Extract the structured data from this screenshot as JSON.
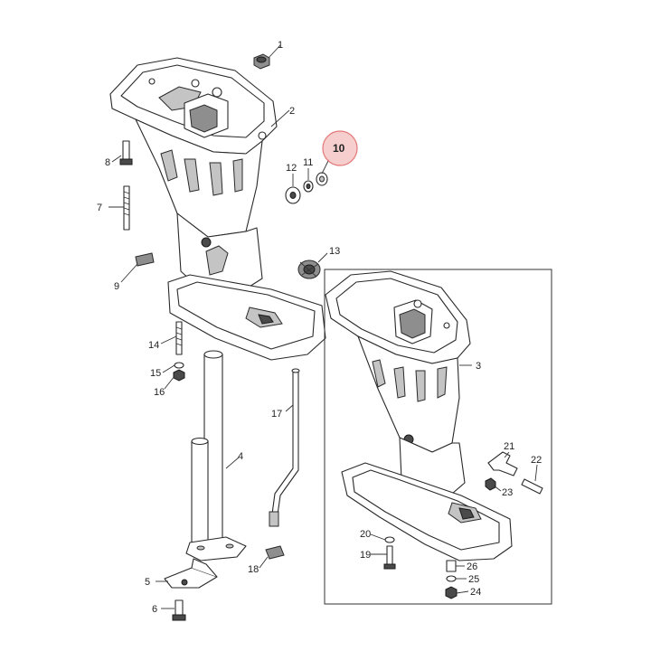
{
  "diagram": {
    "highlighted_part": "10",
    "highlight_color": "#f6c9c9",
    "callouts": [
      {
        "id": "c1",
        "label": "1"
      },
      {
        "id": "c2",
        "label": "2"
      },
      {
        "id": "c3",
        "label": "3"
      },
      {
        "id": "c4",
        "label": "4"
      },
      {
        "id": "c5",
        "label": "5"
      },
      {
        "id": "c6",
        "label": "6"
      },
      {
        "id": "c7",
        "label": "7"
      },
      {
        "id": "c8",
        "label": "8"
      },
      {
        "id": "c9",
        "label": "9"
      },
      {
        "id": "c10",
        "label": "10"
      },
      {
        "id": "c11",
        "label": "11"
      },
      {
        "id": "c12",
        "label": "12"
      },
      {
        "id": "c13",
        "label": "13"
      },
      {
        "id": "c14",
        "label": "14"
      },
      {
        "id": "c15",
        "label": "15"
      },
      {
        "id": "c16",
        "label": "16"
      },
      {
        "id": "c17",
        "label": "17"
      },
      {
        "id": "c18",
        "label": "18"
      },
      {
        "id": "c19",
        "label": "19"
      },
      {
        "id": "c20",
        "label": "20"
      },
      {
        "id": "c21",
        "label": "21"
      },
      {
        "id": "c22",
        "label": "22"
      },
      {
        "id": "c23",
        "label": "23"
      },
      {
        "id": "c24",
        "label": "24"
      },
      {
        "id": "c25",
        "label": "25"
      },
      {
        "id": "c26",
        "label": "26"
      }
    ]
  }
}
